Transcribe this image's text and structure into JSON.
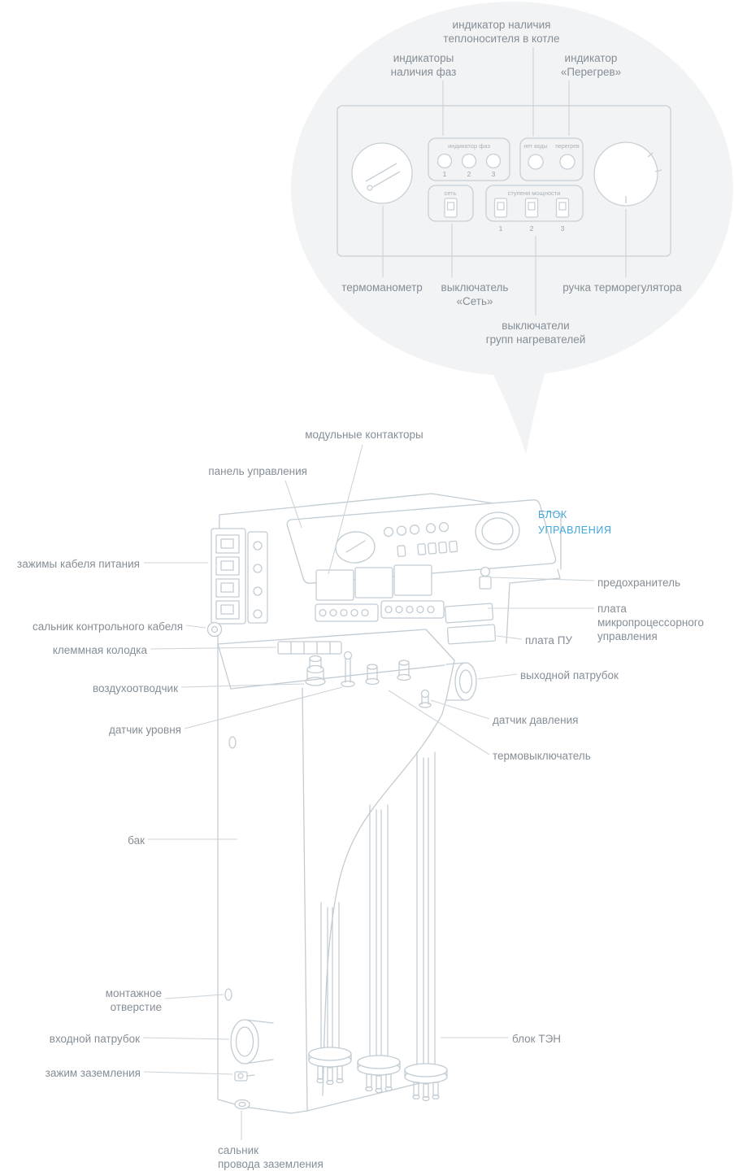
{
  "colors": {
    "accent_blue": "#3ea7dd",
    "line_gray": "#c2ccd3",
    "balloon_gray": "#f1f3f4"
  },
  "callout": {
    "labels": {
      "coolant": "индикатор наличия\nтеплоносителя в котле",
      "phases": "индикаторы\nналичия фаз",
      "overheat": "индикатор\n«Перегрев»",
      "thermomanometer": "термоманометр",
      "mains_switch": "выключатель\n«Сеть»",
      "knob": "ручка терморегулятора",
      "heater_switches": "выключатели\nгрупп нагревателей"
    },
    "panel": {
      "phase_title": "индикатор фаз",
      "phase_nums": [
        "1",
        "2",
        "3"
      ],
      "no_water": "нет воды",
      "overheat": "перегрев",
      "mains": "сеть",
      "steps_title": "ступени мощности",
      "step_nums": [
        "1",
        "2",
        "3"
      ]
    }
  },
  "boiler": {
    "unit": "БЛОК\nУПРАВЛЕНИЯ",
    "labels": {
      "contactors": "модульные контакторы",
      "control_panel": "панель управления",
      "power_clamps": "зажимы кабеля питания",
      "control_cable_gland": "сальник контрольного кабеля",
      "terminal_block": "клеммная колодка",
      "air_vent": "воздухоотводчик",
      "level_sensor": "датчик уровня",
      "tank": "бак",
      "mount_hole": "монтажное\nотверстие",
      "inlet": "входной патрубок",
      "ground_clamp": "зажим заземления",
      "ground_gland": "сальник\nпровода заземления",
      "fuse": "предохранитель",
      "mcu_board": "плата\nмикропроцессорного\nуправления",
      "pu_board": "плата ПУ",
      "outlet": "выходной патрубок",
      "pressure_sensor": "датчик давления",
      "thermal_switch": "термовыключатель",
      "heater_block": "блок ТЭН"
    }
  }
}
